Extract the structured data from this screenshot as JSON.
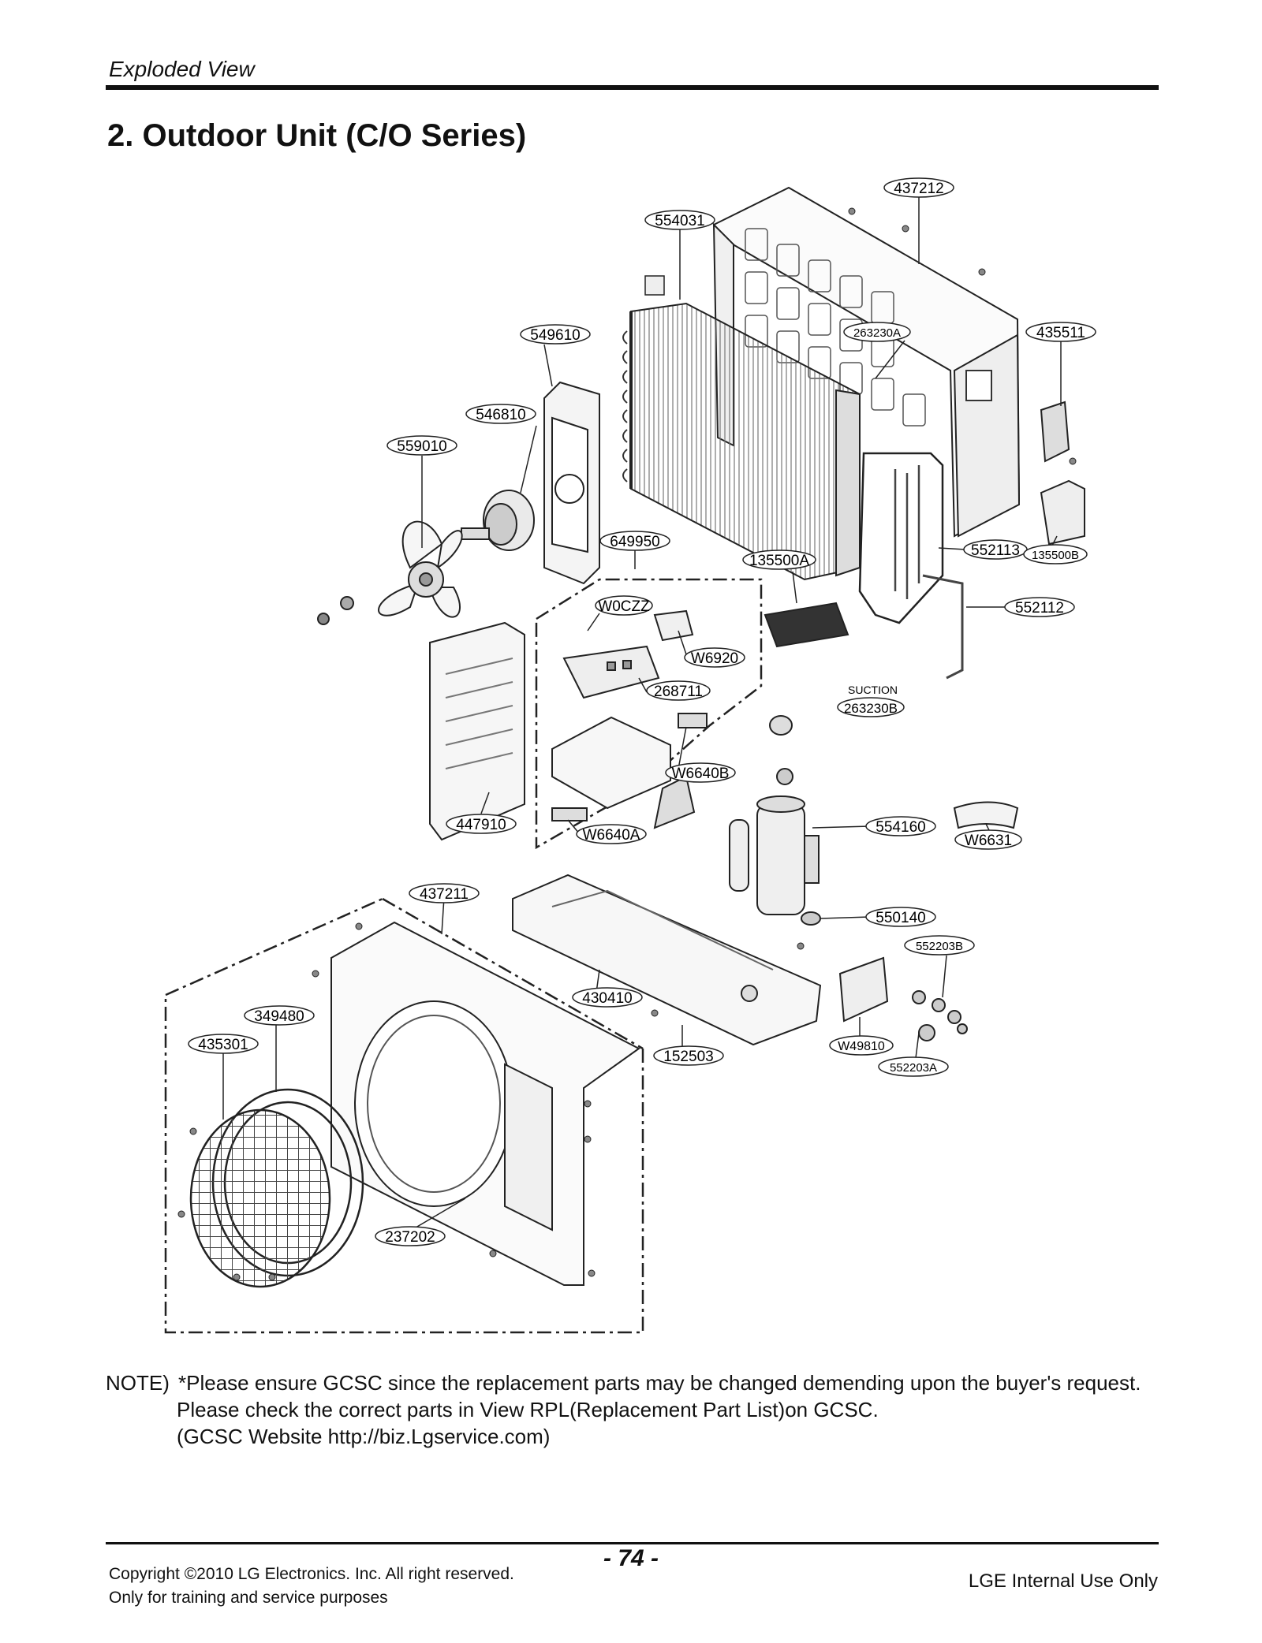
{
  "header": {
    "section": "Exploded View",
    "title": "2. Outdoor Unit (C/O Series)"
  },
  "diagram": {
    "suction_label": "SUCTION",
    "parts": {
      "p437212": "437212",
      "p554031": "554031",
      "p549610": "549610",
      "p263230A": "263230A",
      "p435511": "435511",
      "p546810": "546810",
      "p559010": "559010",
      "p649950": "649950",
      "p135500A": "135500A",
      "p552113": "552113",
      "p135500B": "135500B",
      "pW0CZZ": "W0CZZ",
      "p552112": "552112",
      "pW6920": "W6920",
      "p268711": "268711",
      "p263230B": "263230B",
      "pW6640B": "W6640B",
      "p447910": "447910",
      "pW6640A": "W6640A",
      "p554160": "554160",
      "pW6631": "W6631",
      "p437211": "437211",
      "p550140": "550140",
      "p552203B": "552203B",
      "p430410": "430410",
      "p349480": "349480",
      "p435301": "435301",
      "p152503": "152503",
      "pW49810": "W49810",
      "p552203A": "552203A",
      "p237202": "237202"
    }
  },
  "note": {
    "prefix": "NOTE)",
    "line1": "*Please ensure GCSC since the replacement parts may be changed demending upon the buyer's request.",
    "line2": "Please check the correct parts in View RPL(Replacement Part List)on GCSC.",
    "line3": "(GCSC Website http://biz.Lgservice.com)"
  },
  "footer": {
    "copyright": "Copyright ©2010 LG Electronics. Inc. All right reserved.",
    "training": "Only for training and service purposes",
    "page_number": "- 74 -",
    "internal": "LGE Internal Use Only"
  }
}
